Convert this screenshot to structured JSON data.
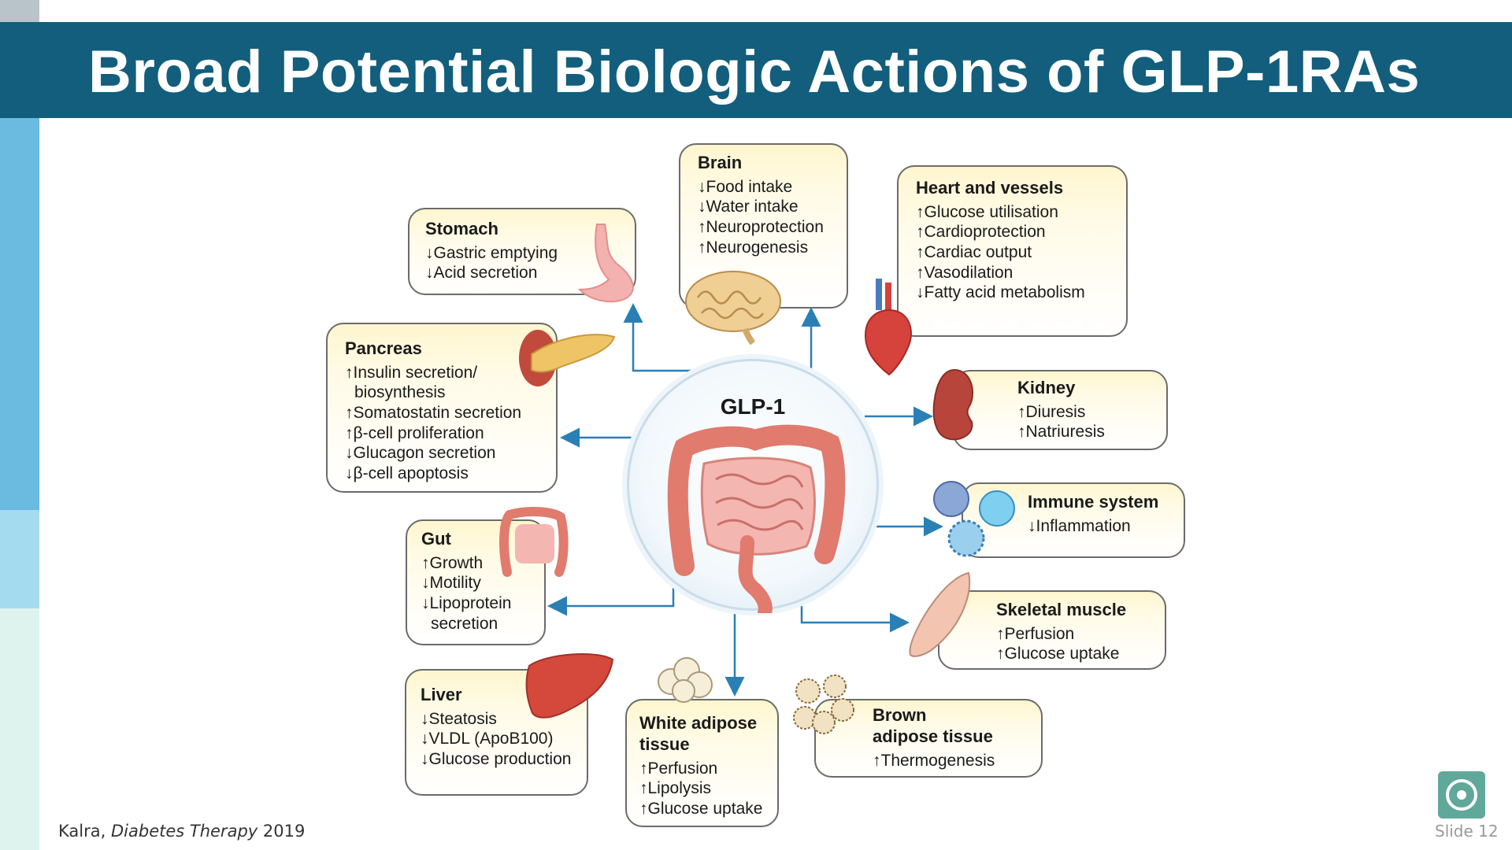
{
  "title": "Broad Potential Biologic Actions of GLP-1RAs",
  "center_label": "GLP-1",
  "organs": {
    "stomach": {
      "name": "Stomach",
      "items": [
        "↓Gastric emptying",
        "↓Acid secretion"
      ]
    },
    "brain": {
      "name": "Brain",
      "items": [
        "↓Food intake",
        "↓Water intake",
        "↑Neuroprotection",
        "↑Neurogenesis"
      ]
    },
    "heart": {
      "name": "Heart and vessels",
      "items": [
        "↑Glucose utilisation",
        "↑Cardioprotection",
        "↑Cardiac output",
        "↑Vasodilation",
        "↓Fatty acid metabolism"
      ]
    },
    "pancreas": {
      "name": "Pancreas",
      "items": [
        "↑Insulin secretion/",
        "biosynthesis",
        "↑Somatostatin secretion",
        "↑β-cell proliferation",
        "↓Glucagon secretion",
        "↓β-cell apoptosis"
      ]
    },
    "kidney": {
      "name": "Kidney",
      "items": [
        "↑Diuresis",
        "↑Natriuresis"
      ]
    },
    "immune": {
      "name": "Immune system",
      "items": [
        "↓Inflammation"
      ]
    },
    "gut": {
      "name": "Gut",
      "items": [
        "↑Growth",
        "↓Motility",
        "↓Lipoprotein",
        "secretion"
      ]
    },
    "skeletal": {
      "name": "Skeletal muscle",
      "items": [
        "↑Perfusion",
        "↑Glucose uptake"
      ]
    },
    "liver": {
      "name": "Liver",
      "items": [
        "↓Steatosis",
        "↓VLDL (ApoB100)",
        "↓Glucose production"
      ]
    },
    "white_adipose": {
      "name_line1": "White adipose",
      "name_line2": "tissue",
      "items": [
        "↑Perfusion",
        "↑Lipolysis",
        "↑Glucose uptake"
      ]
    },
    "brown_adipose": {
      "name_line1": "Brown",
      "name_line2": "adipose tissue",
      "items": [
        "↑Thermogenesis"
      ]
    }
  },
  "credit": {
    "author": "Kalra,",
    "journal": "Diabetes Therapy",
    "year": "2019"
  },
  "slide_number": "Slide 12",
  "colors": {
    "title_bar": "#125e7c",
    "arrow": "#2a7fb5",
    "box_fill": "#fff6cf"
  }
}
